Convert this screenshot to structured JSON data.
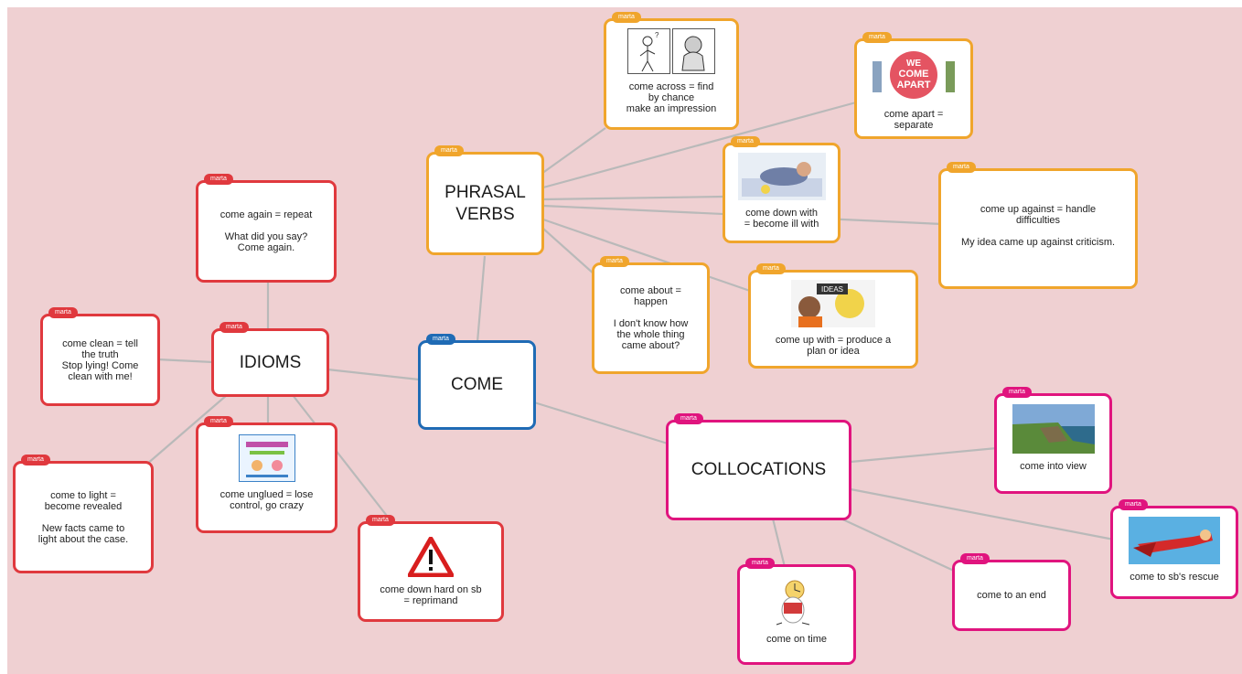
{
  "author_tag": "marta",
  "colors": {
    "idioms": "#e0393e",
    "phrasal": "#f0a52c",
    "center": "#1f6bb5",
    "collocations": "#e0147e",
    "background": "#efd0d2",
    "link": "#b9b9b9"
  },
  "center": {
    "label": "COME"
  },
  "branches": {
    "idioms": {
      "label": "IDIOMS",
      "items": {
        "again": "come again = repeat\n\nWhat did you say?\nCome again.",
        "clean": "come clean = tell\nthe truth\nStop lying! Come\nclean with me!",
        "light": "come to light =\nbecome revealed\n\nNew facts came to\nlight about the case.",
        "unglued": "come unglued = lose\ncontrol, go crazy",
        "down_hard": "come down hard on sb\n= reprimand"
      }
    },
    "phrasal_verbs": {
      "label": "PHRASAL\nVERBS",
      "items": {
        "across": "come across = find\nby chance\nmake an impression",
        "apart": "come apart =\nseparate",
        "down_with": "come down with\n= become ill with",
        "up_against": "come up against = handle\ndifficulties\n\nMy idea came up against criticism.",
        "about": "come about =\nhappen\n\nI don't know how\nthe whole thing\ncame about?",
        "up_with": "come up with = produce a\nplan or idea"
      }
    },
    "collocations": {
      "label": "COLLOCATIONS",
      "items": {
        "into_view": "come into view",
        "rescue": "come to sb's rescue",
        "end": "come to an end",
        "on_time": "come on time"
      }
    }
  },
  "image_text": {
    "apart": "WE\nCOME\nAPART",
    "ideas": "IDEAS"
  },
  "icons": {
    "warning": "warning-triangle-icon"
  }
}
